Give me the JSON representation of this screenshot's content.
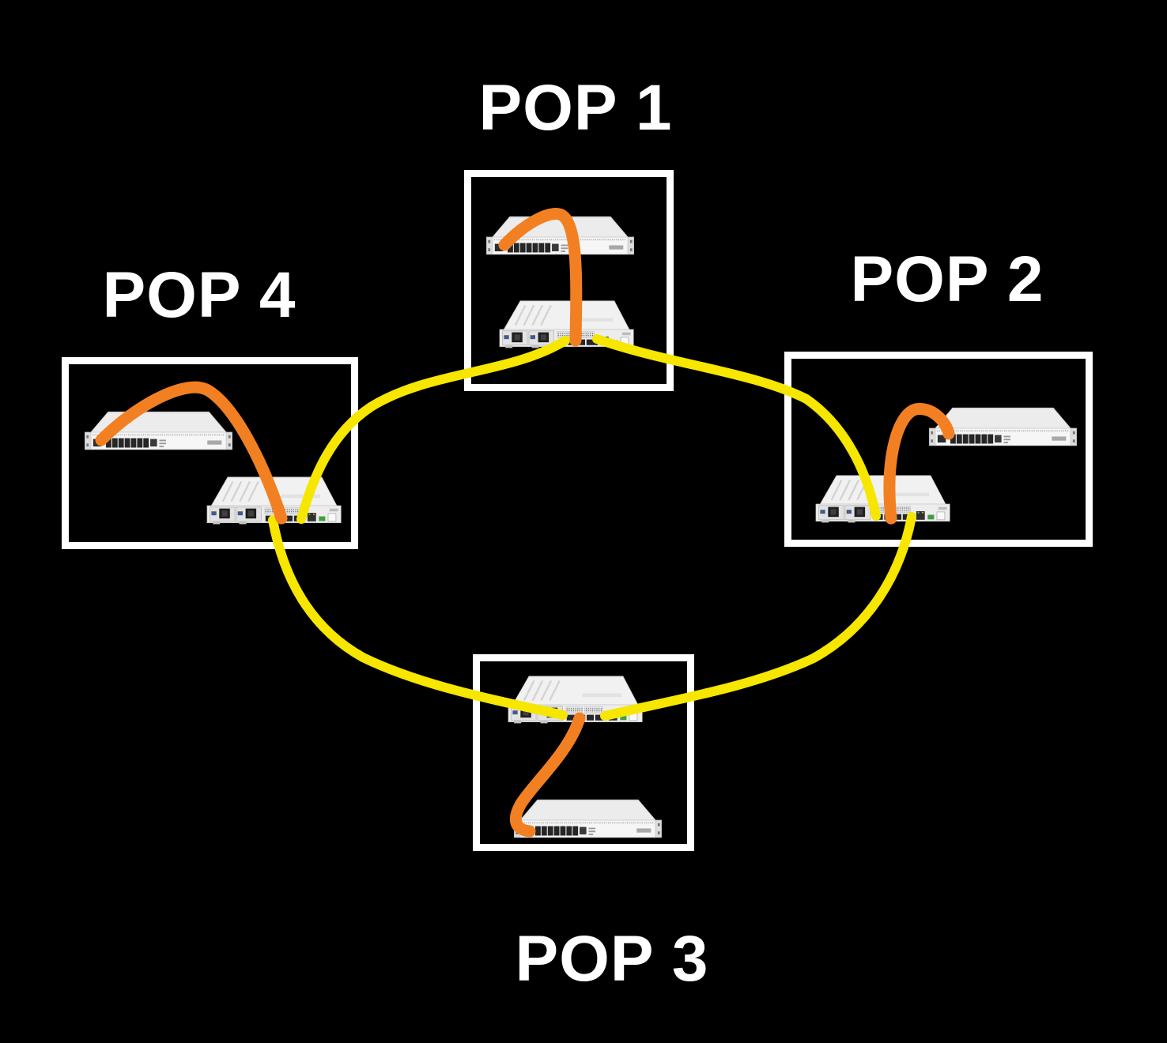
{
  "pops": [
    {
      "id": "pop-1",
      "label": "POP 1",
      "devices": [
        "router-front-view",
        "router-rear-view"
      ]
    },
    {
      "id": "pop-2",
      "label": "POP 2",
      "devices": [
        "router-front-view",
        "router-rear-view"
      ]
    },
    {
      "id": "pop-3",
      "label": "POP 3",
      "devices": [
        "router-rear-view",
        "router-front-view"
      ]
    },
    {
      "id": "pop-4",
      "label": "POP 4",
      "devices": [
        "router-front-view",
        "router-rear-view"
      ]
    }
  ],
  "links": {
    "ring": [
      {
        "from": "POP 1",
        "to": "POP 2",
        "cable": "yellow"
      },
      {
        "from": "POP 2",
        "to": "POP 3",
        "cable": "yellow"
      },
      {
        "from": "POP 3",
        "to": "POP 4",
        "cable": "yellow"
      },
      {
        "from": "POP 4",
        "to": "POP 1",
        "cable": "yellow"
      }
    ],
    "intra_pop": [
      {
        "pop": "POP 1",
        "cable": "orange",
        "between": "front router and rear router"
      },
      {
        "pop": "POP 2",
        "cable": "orange",
        "between": "front router and rear router"
      },
      {
        "pop": "POP 3",
        "cable": "orange",
        "between": "front router and rear router"
      },
      {
        "pop": "POP 4",
        "cable": "orange",
        "between": "front router and rear router"
      }
    ]
  },
  "colors": {
    "background": "#000000",
    "box_border": "#ffffff",
    "label_text": "#ffffff",
    "cable_yellow": "#F6E600",
    "cable_orange": "#F28022"
  }
}
